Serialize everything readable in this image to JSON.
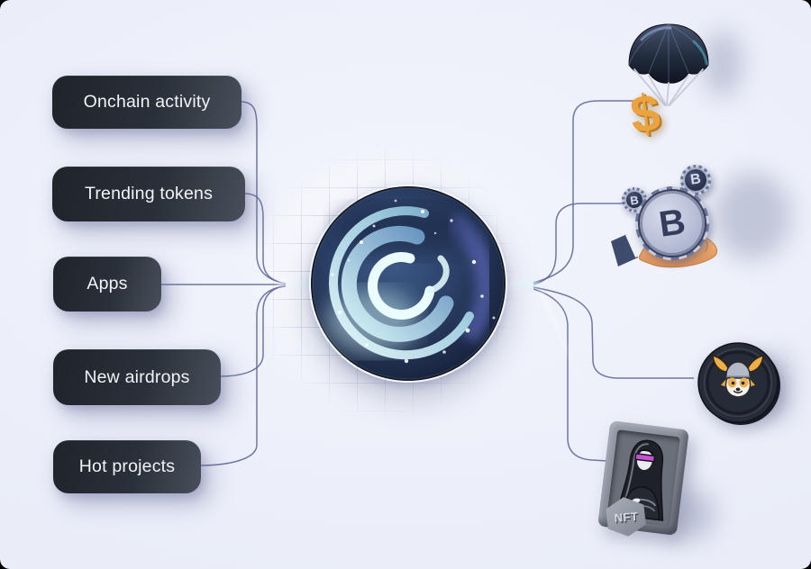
{
  "illustration": {
    "left_labels": [
      {
        "label": "Onchain activity"
      },
      {
        "label": "Trending tokens"
      },
      {
        "label": "Apps"
      },
      {
        "label": "New airdrops"
      },
      {
        "label": "Hot projects"
      }
    ],
    "center_logo": "swirl-wave-orb",
    "right_icons": [
      {
        "name": "airdrop-parachute-icon",
        "symbol": "$"
      },
      {
        "name": "bitcoin-hand-icon",
        "symbol": "B"
      },
      {
        "name": "floki-dog-coin-icon"
      },
      {
        "name": "nft-card-icon",
        "badge": "NFT"
      }
    ],
    "colors": {
      "background": "#ebeef9",
      "pill_dark": "#1f242b",
      "pill_light": "#47505b",
      "pill_text": "#f2f4f7",
      "connector": "#5a6294",
      "gold": "#eaa33e",
      "navy": "#232c3e",
      "teal": "#a9d6e6",
      "purple": "#6e7ade",
      "skin": "#f0a96e",
      "frame_gray": "#848a96"
    }
  }
}
